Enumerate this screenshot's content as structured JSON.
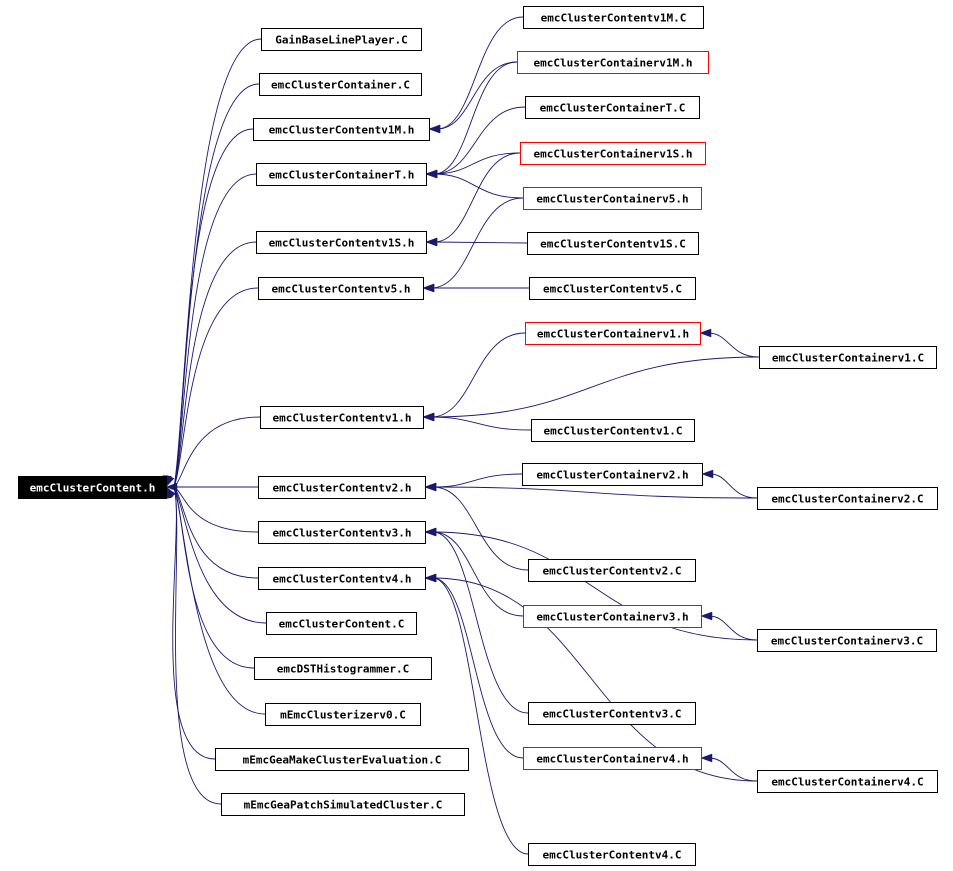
{
  "graph": {
    "root": "emcClusterContent.h",
    "nodes": [
      {
        "id": "root",
        "label": "emcClusterContent.h",
        "style": "root"
      },
      {
        "id": "gbl",
        "label": "GainBaseLinePlayer.C",
        "style": "normal"
      },
      {
        "id": "ccont_c",
        "label": "emcClusterContainer.C",
        "style": "normal"
      },
      {
        "id": "ccv1m_h",
        "label": "emcClusterContentv1M.h",
        "style": "normal"
      },
      {
        "id": "ccT_h",
        "label": "emcClusterContainerT.h",
        "style": "normal"
      },
      {
        "id": "ccv1s_h",
        "label": "emcClusterContentv1S.h",
        "style": "normal"
      },
      {
        "id": "ccv5_h",
        "label": "emcClusterContentv5.h",
        "style": "normal"
      },
      {
        "id": "ccv1_h",
        "label": "emcClusterContentv1.h",
        "style": "normal"
      },
      {
        "id": "ccv2_h",
        "label": "emcClusterContentv2.h",
        "style": "normal"
      },
      {
        "id": "ccv3_h",
        "label": "emcClusterContentv3.h",
        "style": "normal"
      },
      {
        "id": "ccv4_h",
        "label": "emcClusterContentv4.h",
        "style": "normal"
      },
      {
        "id": "cc_c",
        "label": "emcClusterContent.C",
        "style": "normal"
      },
      {
        "id": "dst",
        "label": "emcDSTHistogrammer.C",
        "style": "normal"
      },
      {
        "id": "mclust",
        "label": "mEmcClusterizerv0.C",
        "style": "normal"
      },
      {
        "id": "mgea1",
        "label": "mEmcGeaMakeClusterEvaluation.C",
        "style": "normal"
      },
      {
        "id": "mgea2",
        "label": "mEmcGeaPatchSimulatedCluster.C",
        "style": "normal"
      },
      {
        "id": "ccv1m_c",
        "label": "emcClusterContentv1M.C",
        "style": "normal"
      },
      {
        "id": "ctv1m_h",
        "label": "emcClusterContainerv1M.h",
        "style": "red"
      },
      {
        "id": "ctT_c",
        "label": "emcClusterContainerT.C",
        "style": "normal"
      },
      {
        "id": "ctv1s_h",
        "label": "emcClusterContainerv1S.h",
        "style": "red"
      },
      {
        "id": "ctv5_h",
        "label": "emcClusterContainerv5.h",
        "style": "red"
      },
      {
        "id": "ccv1s_c",
        "label": "emcClusterContentv1S.C",
        "style": "normal"
      },
      {
        "id": "ccv5_c",
        "label": "emcClusterContentv5.C",
        "style": "normal"
      },
      {
        "id": "ctv1_h",
        "label": "emcClusterContainerv1.h",
        "style": "red"
      },
      {
        "id": "ctv1_c",
        "label": "emcClusterContainerv1.C",
        "style": "normal"
      },
      {
        "id": "ccv1_c",
        "label": "emcClusterContentv1.C",
        "style": "normal"
      },
      {
        "id": "ctv2_h",
        "label": "emcClusterContainerv2.h",
        "style": "normal"
      },
      {
        "id": "ctv2_c",
        "label": "emcClusterContainerv2.C",
        "style": "normal"
      },
      {
        "id": "ccv2_c",
        "label": "emcClusterContentv2.C",
        "style": "normal"
      },
      {
        "id": "ctv3_h",
        "label": "emcClusterContainerv3.h",
        "style": "red"
      },
      {
        "id": "ctv3_c",
        "label": "emcClusterContainerv3.C",
        "style": "normal"
      },
      {
        "id": "ccv3_c",
        "label": "emcClusterContentv3.C",
        "style": "normal"
      },
      {
        "id": "ctv4_h",
        "label": "emcClusterContainerv4.h",
        "style": "red"
      },
      {
        "id": "ctv4_c",
        "label": "emcClusterContainerv4.C",
        "style": "normal"
      },
      {
        "id": "ccv4_c",
        "label": "emcClusterContentv4.C",
        "style": "normal"
      }
    ],
    "edges": [
      {
        "from": "gbl",
        "to": "root"
      },
      {
        "from": "ccont_c",
        "to": "root"
      },
      {
        "from": "ccv1m_h",
        "to": "root"
      },
      {
        "from": "ccT_h",
        "to": "root"
      },
      {
        "from": "ccv1s_h",
        "to": "root"
      },
      {
        "from": "ccv5_h",
        "to": "root"
      },
      {
        "from": "ccv1_h",
        "to": "root"
      },
      {
        "from": "ccv2_h",
        "to": "root"
      },
      {
        "from": "ccv3_h",
        "to": "root"
      },
      {
        "from": "ccv4_h",
        "to": "root"
      },
      {
        "from": "cc_c",
        "to": "root"
      },
      {
        "from": "dst",
        "to": "root"
      },
      {
        "from": "mclust",
        "to": "root"
      },
      {
        "from": "mgea1",
        "to": "root"
      },
      {
        "from": "mgea2",
        "to": "root"
      },
      {
        "from": "ccv1m_c",
        "to": "ccv1m_h"
      },
      {
        "from": "ctv1m_h",
        "to": "ccv1m_h"
      },
      {
        "from": "ctv1m_h",
        "to": "ccT_h"
      },
      {
        "from": "ctT_c",
        "to": "ccT_h"
      },
      {
        "from": "ctv1s_h",
        "to": "ccT_h"
      },
      {
        "from": "ctv5_h",
        "to": "ccT_h"
      },
      {
        "from": "ctv1s_h",
        "to": "ccv1s_h"
      },
      {
        "from": "ccv1s_c",
        "to": "ccv1s_h"
      },
      {
        "from": "ctv5_h",
        "to": "ccv5_h"
      },
      {
        "from": "ccv5_c",
        "to": "ccv5_h"
      },
      {
        "from": "ctv1_h",
        "to": "ccv1_h"
      },
      {
        "from": "ctv1_c",
        "to": "ccv1_h"
      },
      {
        "from": "ccv1_c",
        "to": "ccv1_h"
      },
      {
        "from": "ctv1_c",
        "to": "ctv1_h"
      },
      {
        "from": "ctv2_h",
        "to": "ccv2_h"
      },
      {
        "from": "ctv2_c",
        "to": "ccv2_h"
      },
      {
        "from": "ccv2_c",
        "to": "ccv2_h"
      },
      {
        "from": "ctv2_c",
        "to": "ctv2_h"
      },
      {
        "from": "ctv3_h",
        "to": "ccv3_h"
      },
      {
        "from": "ctv3_c",
        "to": "ccv3_h"
      },
      {
        "from": "ccv3_c",
        "to": "ccv3_h"
      },
      {
        "from": "ctv3_c",
        "to": "ctv3_h"
      },
      {
        "from": "ctv4_h",
        "to": "ccv4_h"
      },
      {
        "from": "ctv4_c",
        "to": "ccv4_h"
      },
      {
        "from": "ccv4_c",
        "to": "ccv4_h"
      },
      {
        "from": "ctv4_c",
        "to": "ctv4_h"
      }
    ]
  },
  "colors": {
    "edge": "#191970",
    "red_border": "#ff0000",
    "root_fill": "#000000",
    "root_text": "#ffffff"
  }
}
